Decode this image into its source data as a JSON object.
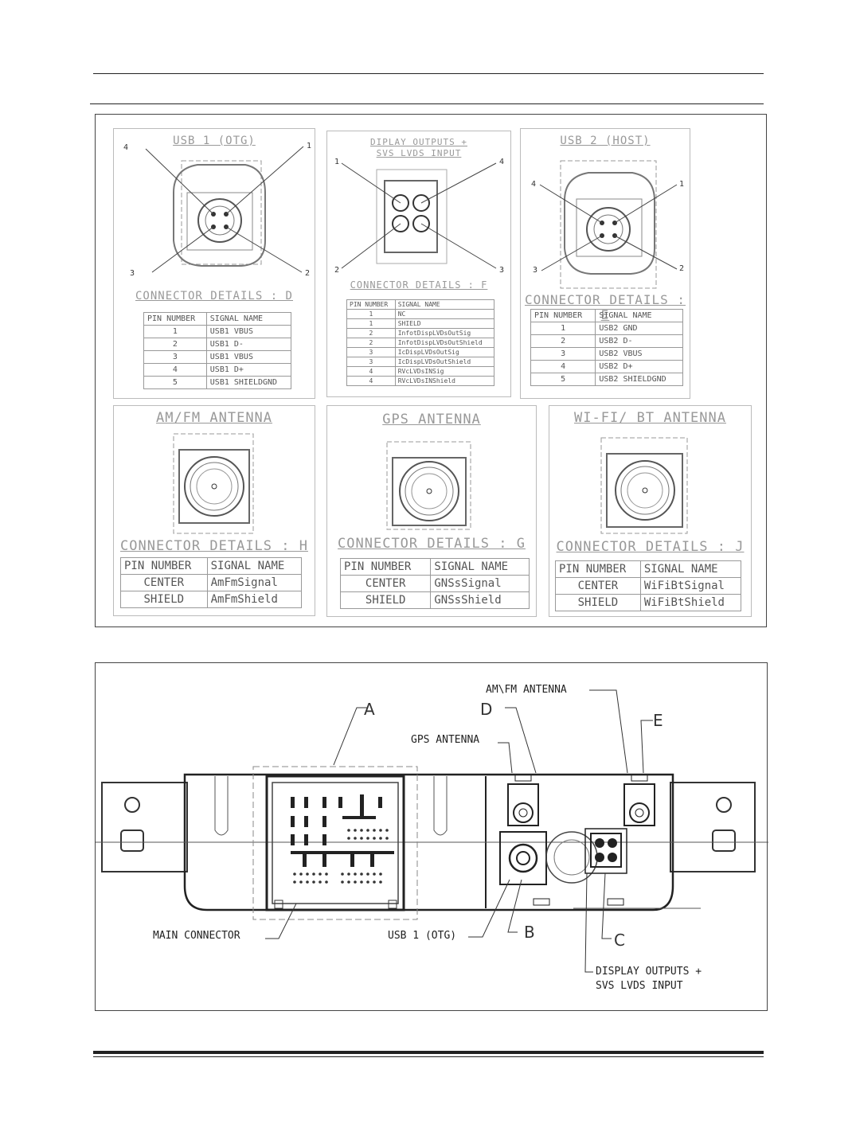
{
  "top_panels": {
    "usb1": {
      "title": "USB 1 (OTG)",
      "pins": [
        "4",
        "1",
        "3",
        "2"
      ],
      "details": "CONNECTOR DETAILS : D",
      "table": {
        "headers": [
          "PIN NUMBER",
          "SIGNAL NAME"
        ],
        "rows": [
          [
            "1",
            "USB1 VBUS"
          ],
          [
            "2",
            "USB1 D-"
          ],
          [
            "3",
            "USB1 VBUS"
          ],
          [
            "4",
            "USB1 D+"
          ],
          [
            "5",
            "USB1 SHIELDGND"
          ]
        ]
      }
    },
    "display": {
      "title": "DIPLAY OUTPUTS +\nSVS LVDS INPUT",
      "pins": [
        "1",
        "4",
        "2",
        "3"
      ],
      "details": "CONNECTOR DETAILS : F",
      "table": {
        "headers": [
          "PIN NUMBER",
          "SIGNAL NAME"
        ],
        "rows": [
          [
            "1",
            "NC"
          ],
          [
            "1",
            "SHIELD"
          ],
          [
            "2",
            "InfotDispLVDsOutSig"
          ],
          [
            "2",
            "InfotDispLVDsOutShield"
          ],
          [
            "3",
            "IcDispLVDsOutSig"
          ],
          [
            "3",
            "IcDispLVDsOutShield"
          ],
          [
            "4",
            "RVcLVDsINSig"
          ],
          [
            "4",
            "RVcLVDsINShield"
          ]
        ]
      }
    },
    "usb2": {
      "title": "USB 2 (HOST)",
      "pins": [
        "4",
        "1",
        "3",
        "2"
      ],
      "details": "CONNECTOR DETAILS : E",
      "table": {
        "headers": [
          "PIN NUMBER",
          "SIGNAL NAME"
        ],
        "rows": [
          [
            "1",
            "USB2 GND"
          ],
          [
            "2",
            "USB2 D-"
          ],
          [
            "3",
            "USB2 VBUS"
          ],
          [
            "4",
            "USB2 D+"
          ],
          [
            "5",
            "USB2 SHIELDGND"
          ]
        ]
      }
    }
  },
  "bottom_panels": {
    "amfm": {
      "title": "AM/FM ANTENNA",
      "details": "CONNECTOR DETAILS : H",
      "table": {
        "headers": [
          "PIN NUMBER",
          "SIGNAL NAME"
        ],
        "rows": [
          [
            "CENTER",
            "AmFmSignal"
          ],
          [
            "SHIELD",
            "AmFmShield"
          ]
        ]
      }
    },
    "gps": {
      "title": "GPS ANTENNA",
      "details": "CONNECTOR DETAILS : G",
      "table": {
        "headers": [
          "PIN NUMBER",
          "SIGNAL NAME"
        ],
        "rows": [
          [
            "CENTER",
            "GNSsSignal"
          ],
          [
            "SHIELD",
            "GNSsShield"
          ]
        ]
      }
    },
    "wifi": {
      "title": "WI-FI/ BT ANTENNA",
      "details": "CONNECTOR DETAILS : J",
      "table": {
        "headers": [
          "PIN NUMBER",
          "SIGNAL NAME"
        ],
        "rows": [
          [
            "CENTER",
            "WiFiBtSignal"
          ],
          [
            "SHIELD",
            "WiFiBtShield"
          ]
        ]
      }
    }
  },
  "module_diagram": {
    "letters": {
      "a": "A",
      "b": "B",
      "c": "C",
      "d": "D",
      "e": "E"
    },
    "callouts": {
      "amfm_antenna": "AM\\FM ANTENNA",
      "gps_antenna": "GPS ANTENNA",
      "main_connector": "MAIN CONNECTOR",
      "usb1_otg": "USB 1 (OTG)",
      "display_outputs": "DISPLAY OUTPUTS +\nSVS LVDS INPUT"
    }
  }
}
